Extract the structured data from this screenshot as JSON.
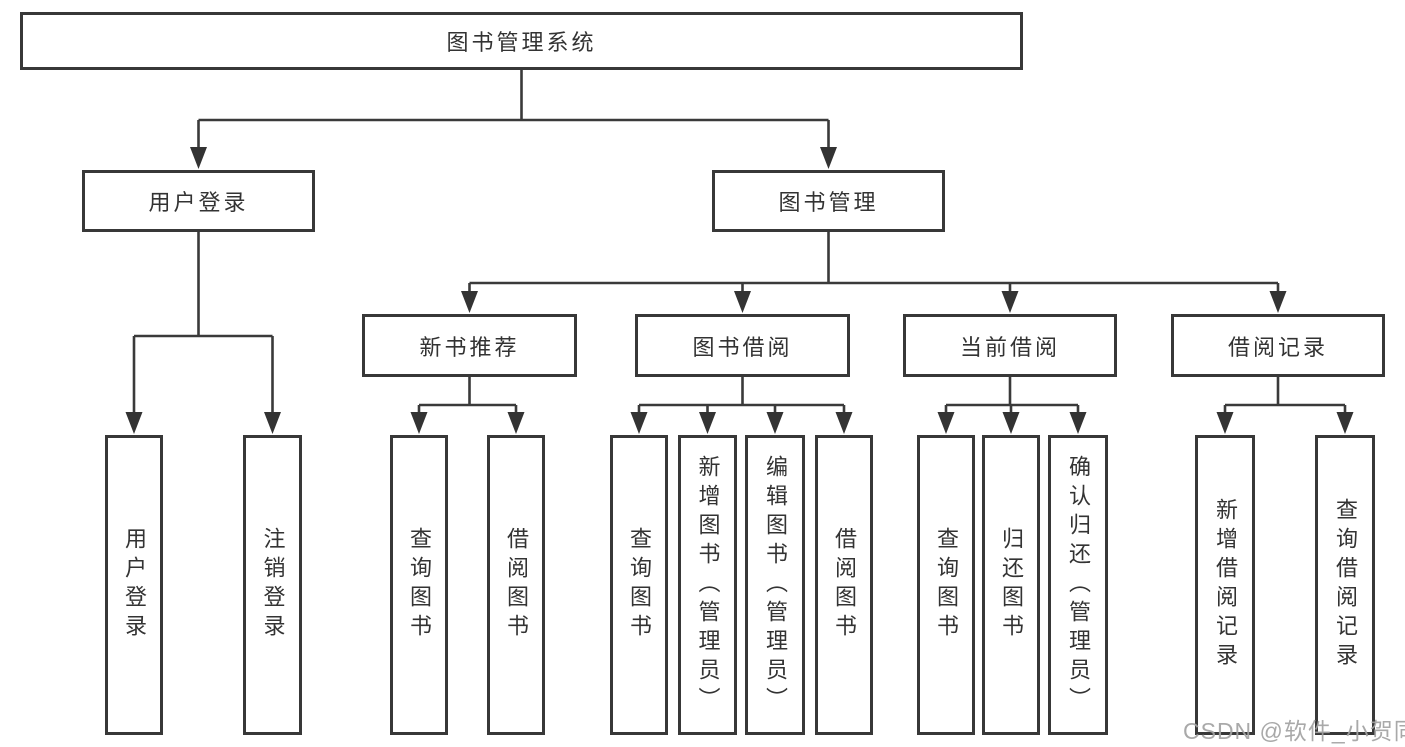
{
  "theme": {
    "line_color": "#3a3a3a",
    "box_border_color": "#383838",
    "box_background": "#ffffff",
    "text_color": "#333333",
    "watermark_color": "#a2a2a2"
  },
  "tree": {
    "root": {
      "label": "图书管理系统",
      "children": [
        {
          "label": "用户登录",
          "children": [
            {
              "label": "用户登录"
            },
            {
              "label": "注销登录"
            }
          ]
        },
        {
          "label": "图书管理",
          "children": [
            {
              "label": "新书推荐",
              "children": [
                {
                  "label": "查询图书"
                },
                {
                  "label": "借阅图书"
                }
              ]
            },
            {
              "label": "图书借阅",
              "children": [
                {
                  "label": "查询图书"
                },
                {
                  "label": "新增图书（管理员）"
                },
                {
                  "label": "编辑图书（管理员）"
                },
                {
                  "label": "借阅图书"
                }
              ]
            },
            {
              "label": "当前借阅",
              "children": [
                {
                  "label": "查询图书"
                },
                {
                  "label": "归还图书"
                },
                {
                  "label": "确认归还（管理员）"
                }
              ]
            },
            {
              "label": "借阅记录",
              "children": [
                {
                  "label": "新增借阅记录"
                },
                {
                  "label": "查询借阅记录"
                }
              ]
            }
          ]
        }
      ]
    }
  },
  "watermark": {
    "text": "CSDN @软件_小贺同学"
  }
}
